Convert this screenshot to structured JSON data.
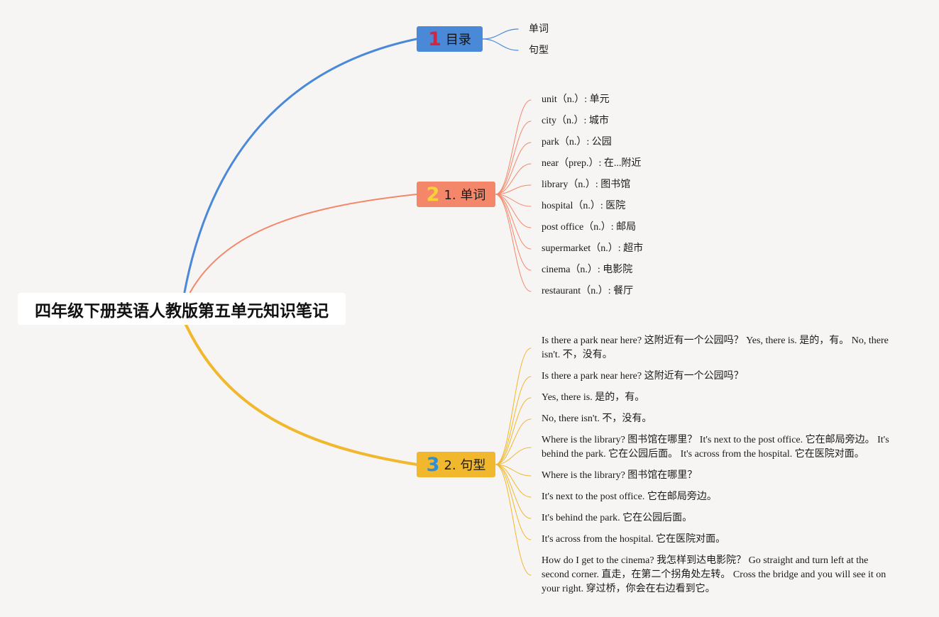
{
  "root": {
    "title": "四年级下册英语人教版第五单元知识笔记"
  },
  "colors": {
    "b1": "#4a88d8",
    "b2": "#f4876a",
    "b3": "#f1b72d"
  },
  "branches": [
    {
      "num": "1",
      "num_color": "#d8243a",
      "label": "目录",
      "items": [
        "单词",
        "句型"
      ]
    },
    {
      "num": "2",
      "num_color": "#f7d13a",
      "label": "1. 单词",
      "items": [
        "unit（n.）: 单元",
        "city（n.）: 城市",
        "park（n.）: 公园",
        "near（prep.）: 在...附近",
        "library（n.）: 图书馆",
        "hospital（n.）: 医院",
        "post office（n.）: 邮局",
        "supermarket（n.）: 超市",
        "cinema（n.）: 电影院",
        "restaurant（n.）: 餐厅"
      ]
    },
    {
      "num": "3",
      "num_color": "#2e8fd6",
      "label": "2. 句型",
      "items": [
        "Is there a park near here? 这附近有一个公园吗？ Yes, there is. 是的，有。 No, there isn't. 不，没有。",
        "Is there a park near here? 这附近有一个公园吗？",
        "Yes, there is. 是的，有。",
        "No, there isn't. 不，没有。",
        "Where is the library? 图书馆在哪里？ It's next to the post office. 它在邮局旁边。 It's behind the park. 它在公园后面。 It's across from the hospital. 它在医院对面。",
        "Where is the library? 图书馆在哪里？",
        "It's next to the post office. 它在邮局旁边。",
        "It's behind the park. 它在公园后面。",
        "It's across from the hospital. 它在医院对面。",
        "How do I get to the cinema? 我怎样到达电影院？ Go straight and turn left at the second corner. 直走，在第二个拐角处左转。 Cross the bridge and you will see it on your right. 穿过桥，你会在右边看到它。"
      ]
    }
  ]
}
